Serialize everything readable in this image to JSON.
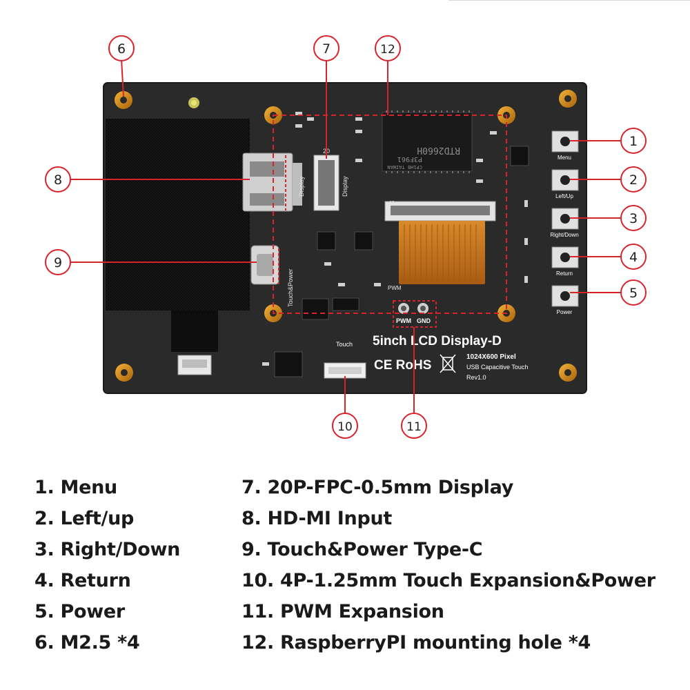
{
  "board": {
    "title": "5inch LCD Display-D",
    "resolution": "1024X600 Pixel",
    "touch_type": "USB Capacitive Touch",
    "revision": "Rev1.0",
    "cert_marks": "CE RoHS",
    "chip_text_1": "RTD2660H",
    "chip_text_2": "P3F961",
    "chip_text_3": "CP1HB TAIWAN",
    "button_labels": [
      "Menu",
      "Left/Up",
      "Right/Down",
      "Return",
      "Power"
    ],
    "pad_labels": [
      "PWM",
      "GND"
    ],
    "connector_labels": {
      "display_left": "Display",
      "display_right": "Display",
      "fpc_count": "20",
      "fpc2_count": "40",
      "type_c": "Touch&Power",
      "touch": "Touch",
      "pwm_silk": "PWM"
    }
  },
  "callouts": [
    {
      "number": "1",
      "target": "Menu button"
    },
    {
      "number": "2",
      "target": "Left/Up button"
    },
    {
      "number": "3",
      "target": "Right/Down button"
    },
    {
      "number": "4",
      "target": "Return button"
    },
    {
      "number": "5",
      "target": "Power button"
    },
    {
      "number": "6",
      "target": "M2.5 hole"
    },
    {
      "number": "7",
      "target": "20P FPC connector"
    },
    {
      "number": "8",
      "target": "HDMI port"
    },
    {
      "number": "9",
      "target": "Type-C port"
    },
    {
      "number": "10",
      "target": "Touch connector"
    },
    {
      "number": "11",
      "target": "PWM pads"
    },
    {
      "number": "12",
      "target": "Raspberry Pi mounting area"
    }
  ],
  "legend": {
    "left": [
      "1. Menu",
      "2. Left/up",
      "3. Right/Down",
      "4. Return",
      "5. Power",
      "6. M2.5 *4"
    ],
    "right": [
      "7. 20P-FPC-0.5mm Display",
      "8. HD-MI Input",
      "9. Touch&Power Type-C",
      "10. 4P-1.25mm Touch Expansion&Power",
      "11. PWM Expansion",
      "12. RaspberryPI mounting hole *4"
    ]
  },
  "colors": {
    "callout_red": "#d8232a",
    "pcb": "#2b2b2b",
    "gold": "#d98c0f",
    "fpc_orange": "#c8741c"
  }
}
